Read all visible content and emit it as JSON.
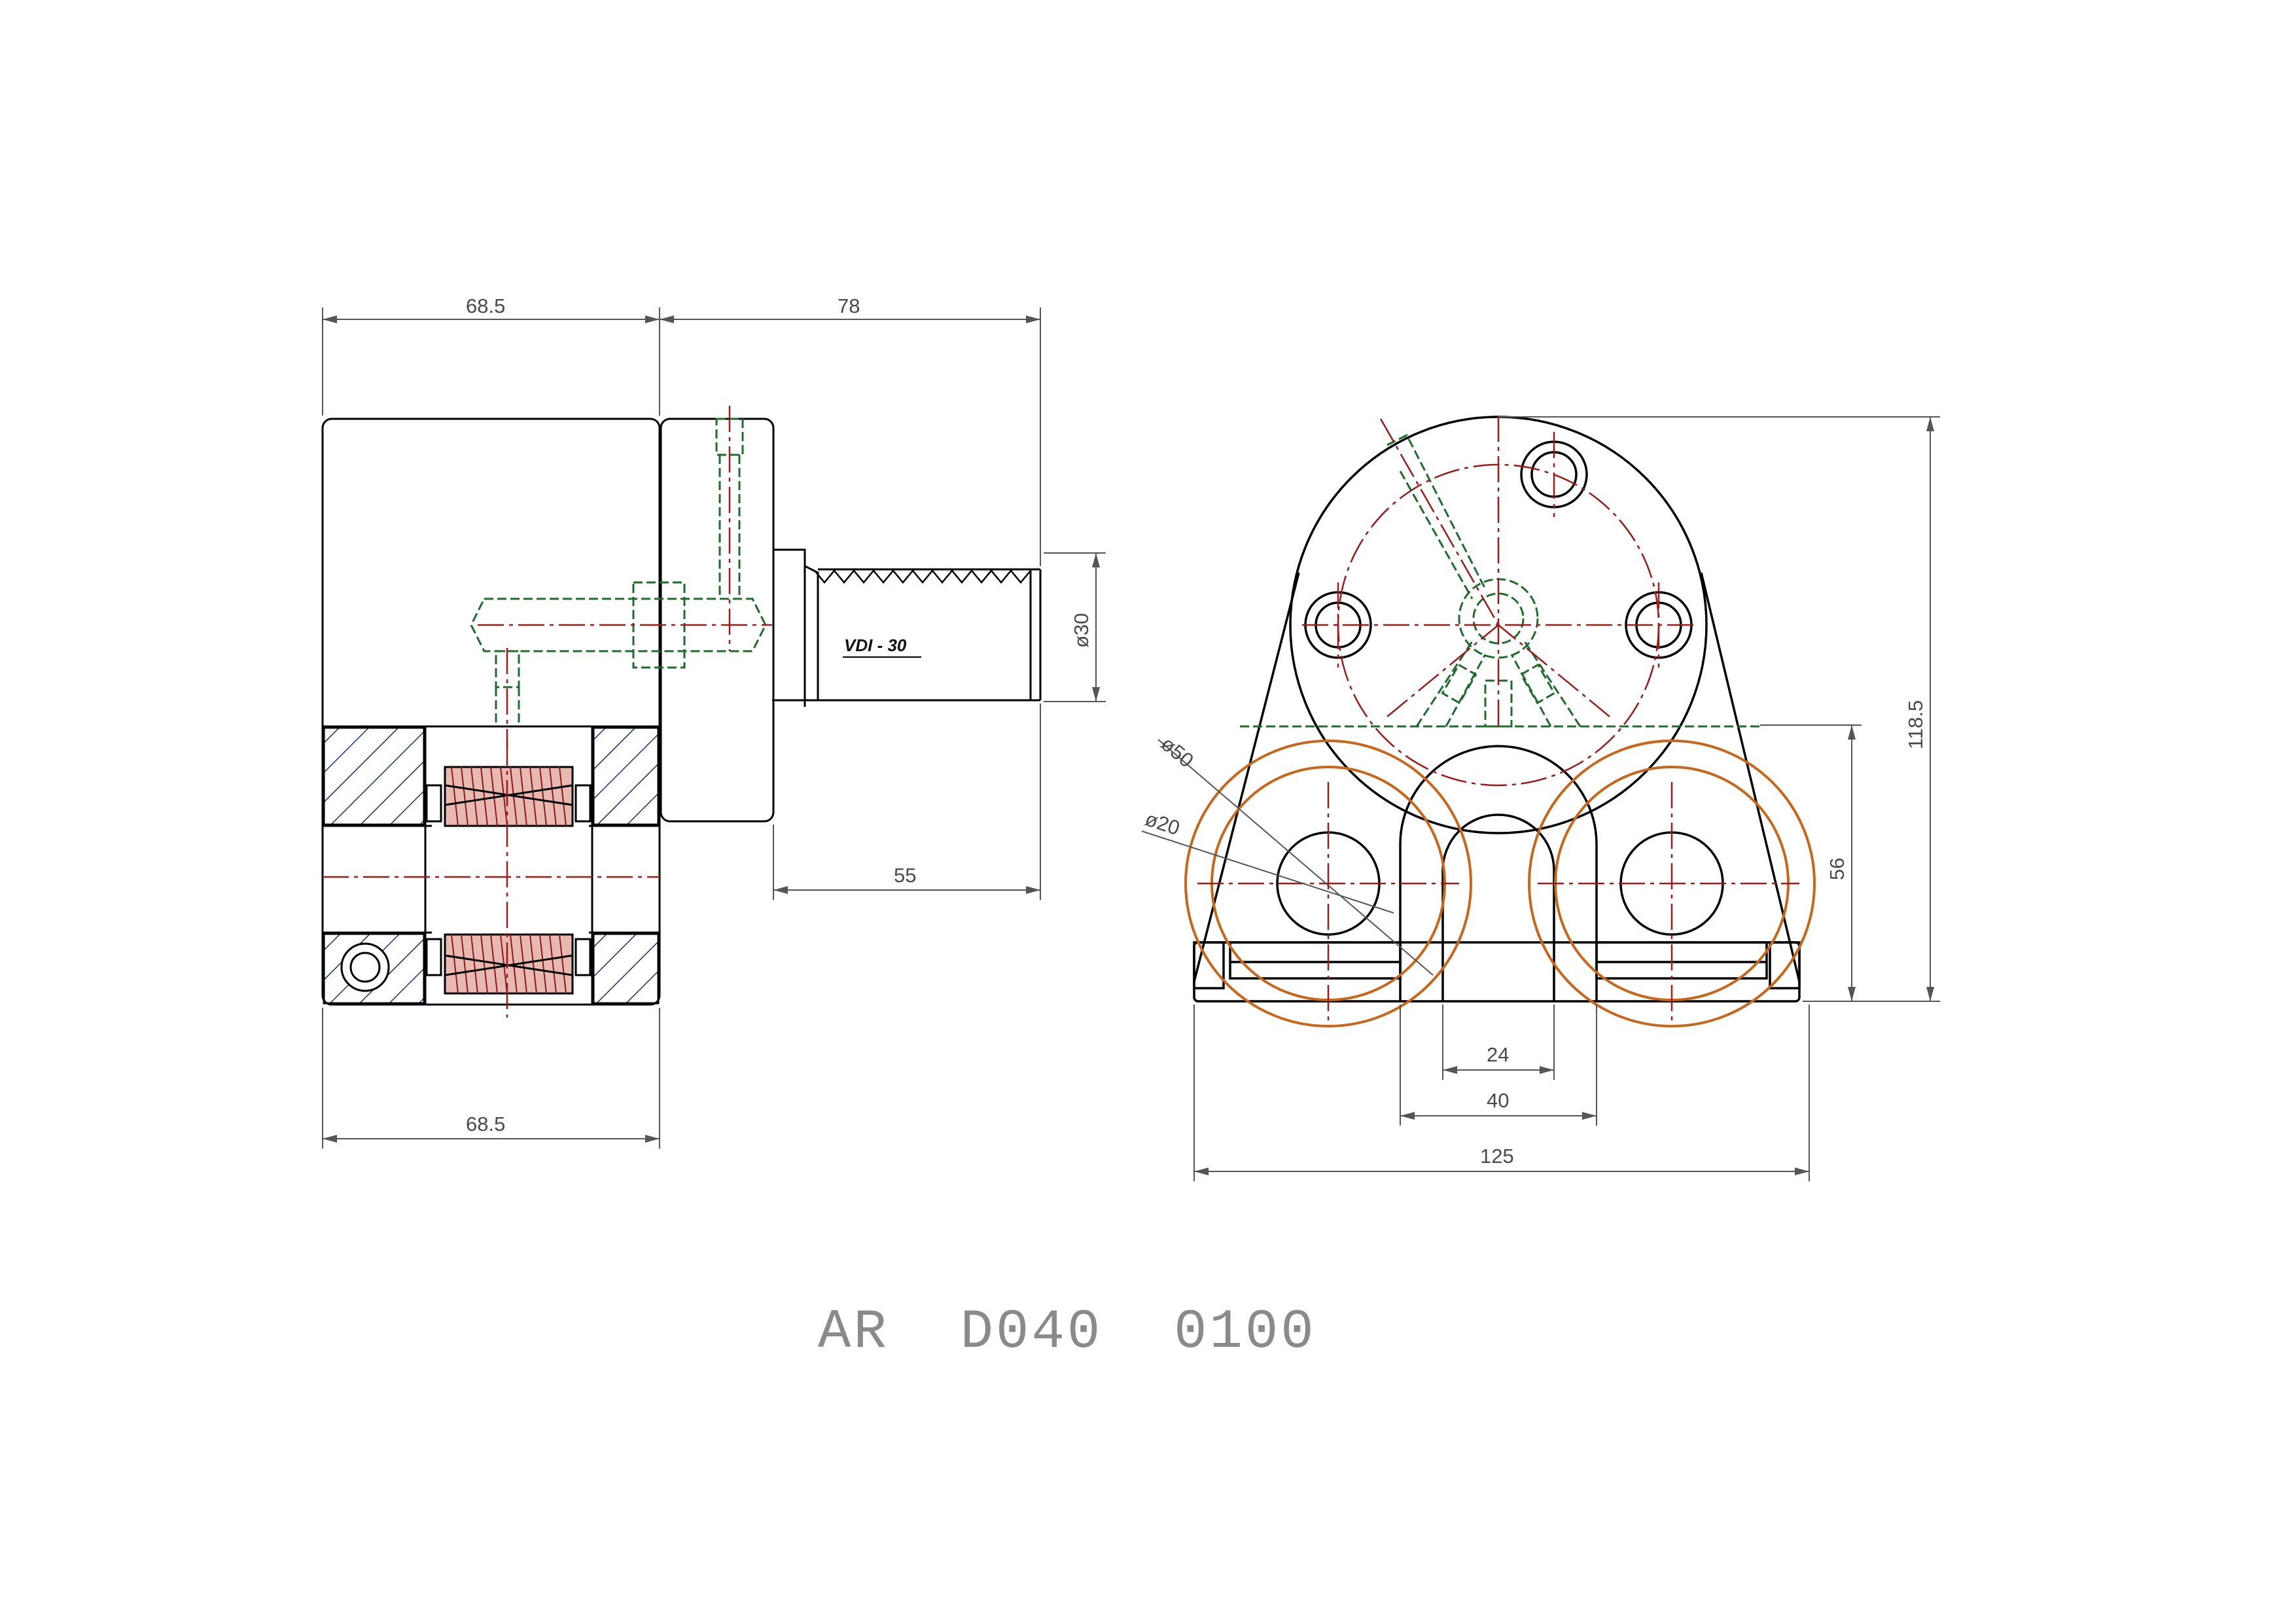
{
  "drawing": {
    "part_number": "AR  D040  0100",
    "shank_label": "VDI - 30"
  },
  "dimensions": {
    "side_top_left": "68.5",
    "side_top_right": "78",
    "side_bottom": "68.5",
    "shank_length": "55",
    "shank_diameter": "ø30",
    "front_height": "118.5",
    "front_center_height": "56",
    "front_width": "125",
    "slot_inner": "24",
    "slot_outer": "40",
    "knurl_diameter": "ø50",
    "bore_diameter": "ø20"
  },
  "colors": {
    "outline": "#000000",
    "centerline": "#9b1b1b",
    "hidden": "#1f6b2e",
    "hatch": "#1c2a6e",
    "knurl_fill": "#e8b9b0",
    "knurl_line": "#8a1a1a",
    "circle_orange": "#c8661c",
    "dimension": "#555555"
  }
}
